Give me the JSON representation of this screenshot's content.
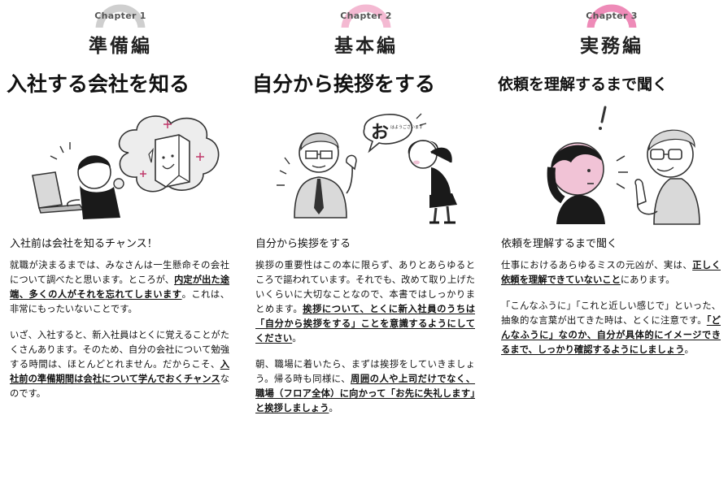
{
  "colors": {
    "chapter1": "#cfcfcf",
    "chapter2": "#f4b9d2",
    "chapter3": "#ee8bb8",
    "text": "#111111",
    "accent_pink": "#f1c3d6"
  },
  "columns": [
    {
      "chapter_label": "Chapter 1",
      "chapter_title": "準備編",
      "heading": "入社する会社を知る",
      "subtitle": "入社前は会社を知るチャンス！",
      "paragraphs": [
        [
          {
            "text": "就職が決まるまでは、みなさんは一生懸命その会社について調べたと思います。ところが、",
            "hl": false
          },
          {
            "text": "内定が出た途端、多くの人がそれを忘れてしまいます",
            "hl": true
          },
          {
            "text": "。これは、非常にもったいないことです。",
            "hl": false
          }
        ],
        [
          {
            "text": "いざ、入社すると、新入社員はとくに覚えることがたくさんあります。そのため、自分の会社について勉強する時間は、ほとんどとれません。だからこそ、",
            "hl": false
          },
          {
            "text": "入社前の準備期間は会社について学んでおくチャンス",
            "hl": true
          },
          {
            "text": "なのです。",
            "hl": false
          }
        ]
      ]
    },
    {
      "chapter_label": "Chapter 2",
      "chapter_title": "基本編",
      "heading": "自分から挨拶をする",
      "subtitle": "自分から挨拶をする",
      "bubble_big": "お",
      "bubble_small": "はようございます",
      "paragraphs": [
        [
          {
            "text": "挨拶の重要性はこの本に限らず、ありとあらゆるところで謳われています。それでも、改めて取り上げたいくらいに大切なことなので、本書ではしっかりまとめます。",
            "hl": false
          },
          {
            "text": "挨拶について、とくに新入社員のうちは「自分から挨拶をする」ことを意識するようにしてください",
            "hl": true
          },
          {
            "text": "。",
            "hl": false
          }
        ],
        [
          {
            "text": "朝、職場に着いたら、まずは挨拶をしていきましょう。帰る時も同様に、",
            "hl": false
          },
          {
            "text": "周囲の人や上司だけでなく、職場（フロア全体）に向かって「お先に失礼します」と挨拶しましょう",
            "hl": true
          },
          {
            "text": "。",
            "hl": false
          }
        ]
      ]
    },
    {
      "chapter_label": "Chapter 3",
      "chapter_title": "実務編",
      "heading": "依頼を理解するまで聞く",
      "subtitle": "依頼を理解するまで聞く",
      "paragraphs": [
        [
          {
            "text": "仕事におけるあらゆるミスの元凶が、実は、",
            "hl": false
          },
          {
            "text": "正しく依頼を理解できていないこと",
            "hl": true
          },
          {
            "text": "にあります。",
            "hl": false
          }
        ],
        [
          {
            "text": "「こんなふうに」「これと近しい感じで」といった、抽象的な言葉が出てきた時は、とくに注意です。",
            "hl": false
          },
          {
            "text": "「どんなふうに」なのか、自分が具体的にイメージできるまで、しっかり確認するようにしましょう",
            "hl": true
          },
          {
            "text": "。",
            "hl": false
          }
        ]
      ]
    }
  ]
}
